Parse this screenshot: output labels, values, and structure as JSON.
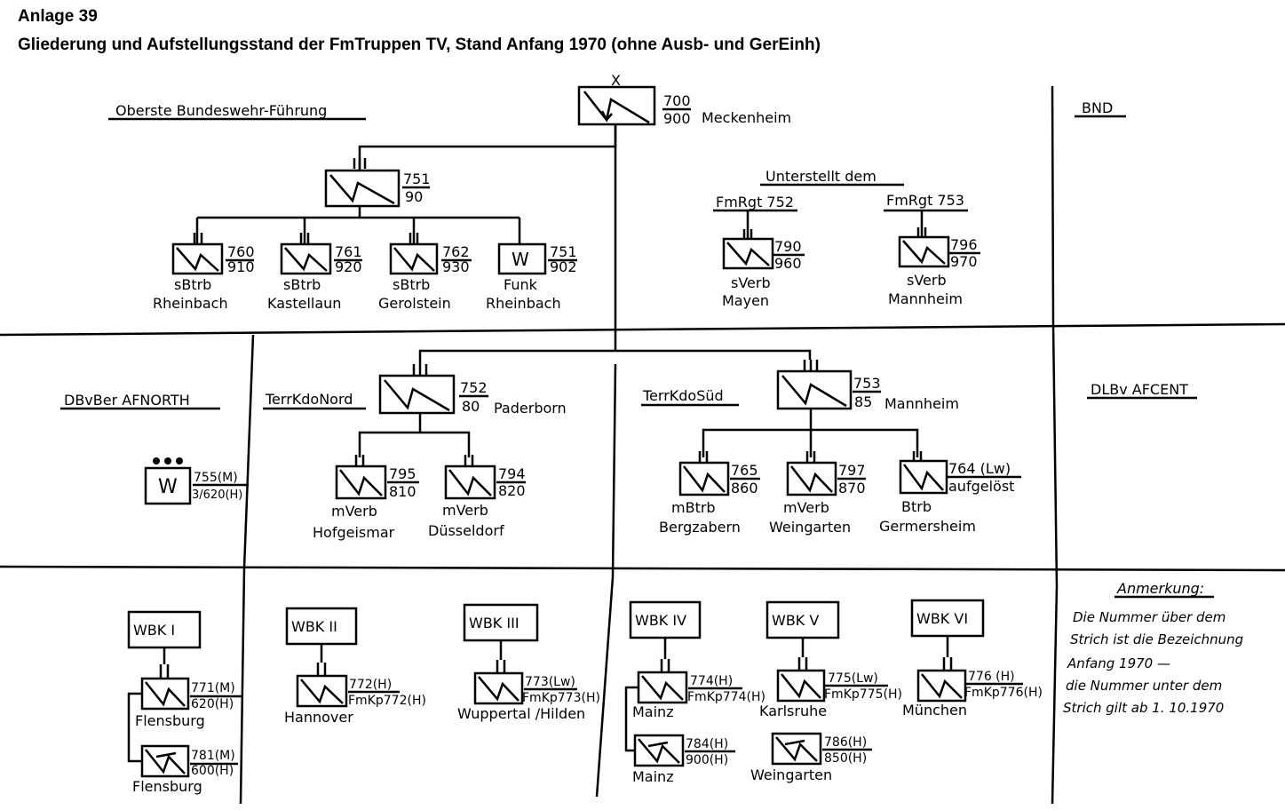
{
  "header": {
    "anlage": "Anlage 39",
    "title": "Gliederung und Aufstellungsstand der FmTruppen TV, Stand Anfang 1970 (ohne Ausb- und GerEinh)"
  },
  "top_symbol_mark": "X",
  "sections": {
    "oberste": "Oberste Bundeswehr-Führung",
    "bnd": "BND",
    "unterstellt": "Unterstellt dem",
    "fmrgt752": "FmRgt 752",
    "fmrgt753": "FmRgt 753",
    "dbvber": "DBvBer AFNORTH",
    "terrnord": "TerrKdoNord",
    "terrsued": "TerrKdoSüd",
    "dlbv": "DLBv AFCENT"
  },
  "units": {
    "u700": {
      "top": "700",
      "bottom": "900",
      "loc": "Meckenheim"
    },
    "u751": {
      "top": "751",
      "bottom": "90"
    },
    "u760": {
      "top": "760",
      "bottom": "910",
      "type": "sBtrb",
      "loc": "Rheinbach"
    },
    "u761": {
      "top": "761",
      "bottom": "920",
      "type": "sBtrb",
      "loc": "Kastellaun"
    },
    "u762": {
      "top": "762",
      "bottom": "930",
      "type": "sBtrb",
      "loc": "Gerolstein"
    },
    "u751w": {
      "symbol": "W",
      "top": "751",
      "bottom": "902",
      "type": "Funk",
      "loc": "Rheinbach"
    },
    "u790": {
      "top": "790",
      "bottom": "960",
      "type": "sVerb",
      "loc": "Mayen"
    },
    "u796": {
      "top": "796",
      "bottom": "970",
      "type": "sVerb",
      "loc": "Mannheim"
    },
    "u755": {
      "symbol": "W",
      "top": "755(M)",
      "bottom": "3/620(H)"
    },
    "u752": {
      "top": "752",
      "bottom": "80",
      "loc": "Paderborn"
    },
    "u795": {
      "top": "795",
      "bottom": "810",
      "type": "mVerb",
      "loc": "Hofgeismar"
    },
    "u794": {
      "top": "794",
      "bottom": "820",
      "type": "mVerb",
      "loc": "Düsseldorf"
    },
    "u753": {
      "top": "753",
      "bottom": "85",
      "loc": "Mannheim"
    },
    "u765": {
      "top": "765",
      "bottom": "860",
      "type": "mBtrb",
      "loc": "Bergzabern"
    },
    "u797": {
      "top": "797",
      "bottom": "870",
      "type": "mVerb",
      "loc": "Weingarten"
    },
    "u764": {
      "top": "764 (Lw)",
      "bottom": "aufgelöst",
      "type": "Btrb",
      "loc": "Germersheim"
    },
    "u771": {
      "top": "771(M)",
      "bottom": "620(H)",
      "loc": "Flensburg"
    },
    "u781": {
      "top": "781(M)",
      "bottom": "600(H)",
      "loc": "Flensburg"
    },
    "u772": {
      "top": "772(H)",
      "bottom": "FmKp772(H)",
      "loc": "Hannover"
    },
    "u773": {
      "top": "773(Lw)",
      "bottom": "FmKp773(H)",
      "loc": "Wuppertal /Hilden"
    },
    "u774": {
      "top": "774(H)",
      "bottom": "FmKp774(H)",
      "loc": "Mainz"
    },
    "u784": {
      "top": "784(H)",
      "bottom": "900(H)",
      "loc": "Mainz"
    },
    "u775": {
      "top": "775(Lw)",
      "bottom": "FmKp775(H)",
      "loc": "Karlsruhe"
    },
    "u786": {
      "top": "786(H)",
      "bottom": "850(H)",
      "loc": "Weingarten"
    },
    "u776": {
      "top": "776 (H)",
      "bottom": "FmKp776(H)",
      "loc": "München"
    }
  },
  "wbk": {
    "w1": "WBK I",
    "w2": "WBK II",
    "w3": "WBK III",
    "w4": "WBK IV",
    "w5": "WBK V",
    "w6": "WBK VI"
  },
  "note": {
    "title": "Anmerkung:",
    "line1": "Die Nummer über dem",
    "line2": "Strich ist die Bezeichnung",
    "line3": "Anfang 1970 —",
    "line4": "die Nummer unter dem",
    "line5": "Strich gilt ab 1. 10.1970"
  }
}
